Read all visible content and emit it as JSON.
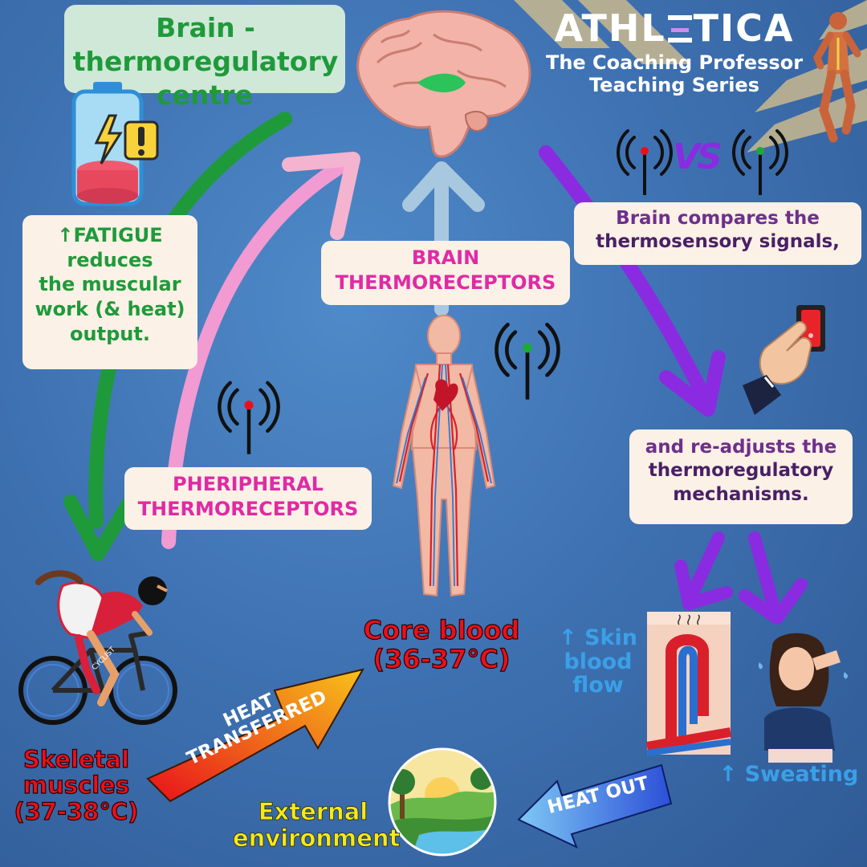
{
  "brand": {
    "name_part1": "ATHL",
    "name_part2": "TICA",
    "subtitle_line1": "The Coaching Professor",
    "subtitle_line2": "Teaching Series"
  },
  "brain_centre": {
    "line1": "Brain - thermoregulatory",
    "line2": "centre"
  },
  "fatigue": {
    "line1": "FATIGUE",
    "line2": "reduces",
    "line3": "the muscular",
    "line4": "work (& heat)",
    "line5": "output."
  },
  "brain_thermoreceptors": {
    "line1": "BRAIN",
    "line2": "THERMORECEPTORS"
  },
  "peripheral_thermoreceptors": {
    "line1": "PHERIPHERAL",
    "line2": "THERMORECEPTORS"
  },
  "compares": {
    "line1": "Brain compares the",
    "line2": "thermosensory signals,"
  },
  "vs_label": "VS",
  "readjusts": {
    "line1": "and re-adjusts the",
    "line2": "thermoregulatory",
    "line3": "mechanisms."
  },
  "core_blood": {
    "line1": "Core blood",
    "line2": "(36-37°C)"
  },
  "skeletal": {
    "line1": "Skeletal",
    "line2": "muscles",
    "line3": "(37-38°C)"
  },
  "heat_transferred": {
    "line1": "HEAT",
    "line2": "TRANSFERRED"
  },
  "heat_out": "HEAT OUT",
  "external": {
    "line1": "External",
    "line2": "environment"
  },
  "skin_blood_flow": {
    "line1": "Skin",
    "line2": "blood",
    "line3": "flow"
  },
  "sweating": "Sweating",
  "bike_brand": "CYCLIST",
  "colors": {
    "green": "#1f9a3a",
    "pink": "#e02aa5",
    "purple": "#8a2be2",
    "red": "#e8111b",
    "light_blue": "#3aa0e8",
    "yellow": "#f4e81e",
    "box_bg": "#fbf1e6"
  }
}
